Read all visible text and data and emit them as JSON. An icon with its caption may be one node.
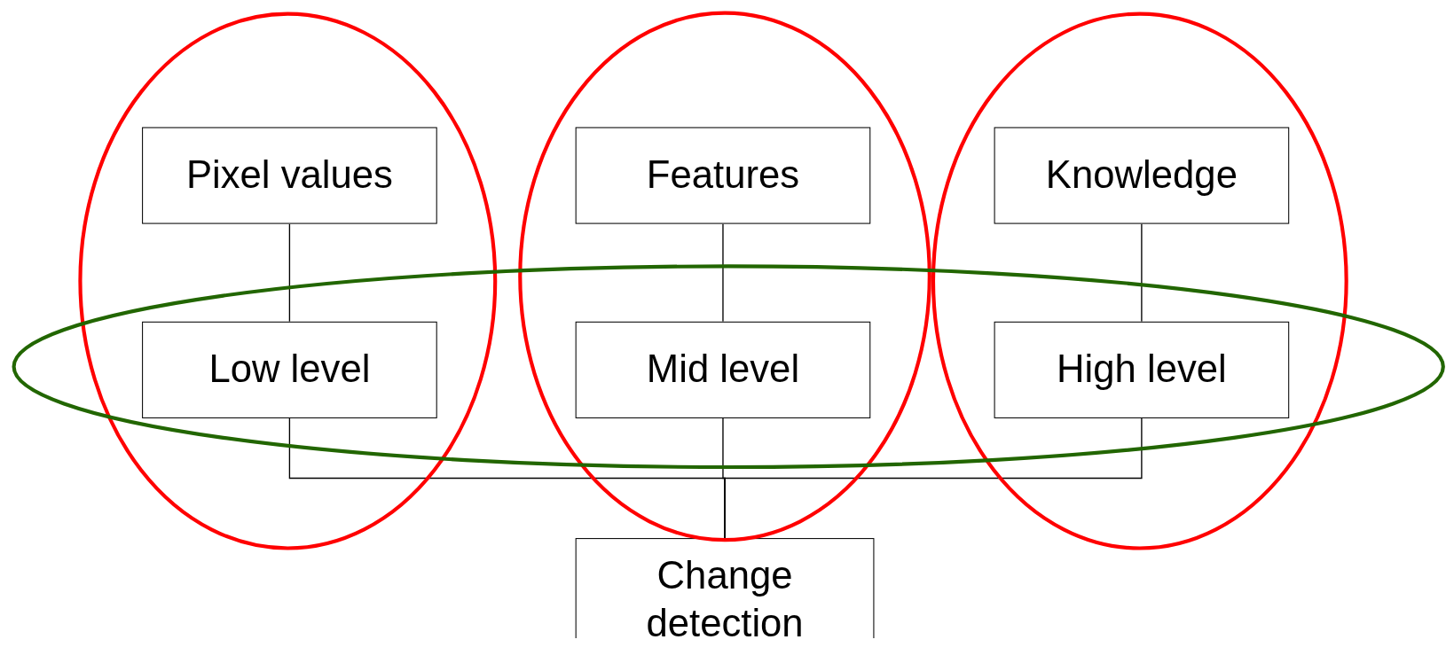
{
  "diagram": {
    "nodes": [
      {
        "text": [
          "Pixel values"
        ]
      },
      {
        "text": [
          "Features"
        ]
      },
      {
        "text": [
          "Knowledge"
        ]
      },
      {
        "text": [
          "Low level"
        ]
      },
      {
        "text": [
          "Mid level"
        ]
      },
      {
        "text": [
          "High level"
        ]
      },
      {
        "text": [
          "Change detection"
        ]
      }
    ],
    "edges": [
      {
        "from": 0,
        "to": 3,
        "arrow": "none"
      },
      {
        "from": 1,
        "to": 4,
        "arrow": "none"
      },
      {
        "from": 2,
        "to": 5,
        "arrow": "none"
      },
      {
        "from": 3,
        "to": 6,
        "arrow": "none"
      },
      {
        "from": 4,
        "to": 6,
        "arrow": "none"
      },
      {
        "from": 5,
        "to": 6,
        "arrow": "none"
      }
    ]
  }
}
